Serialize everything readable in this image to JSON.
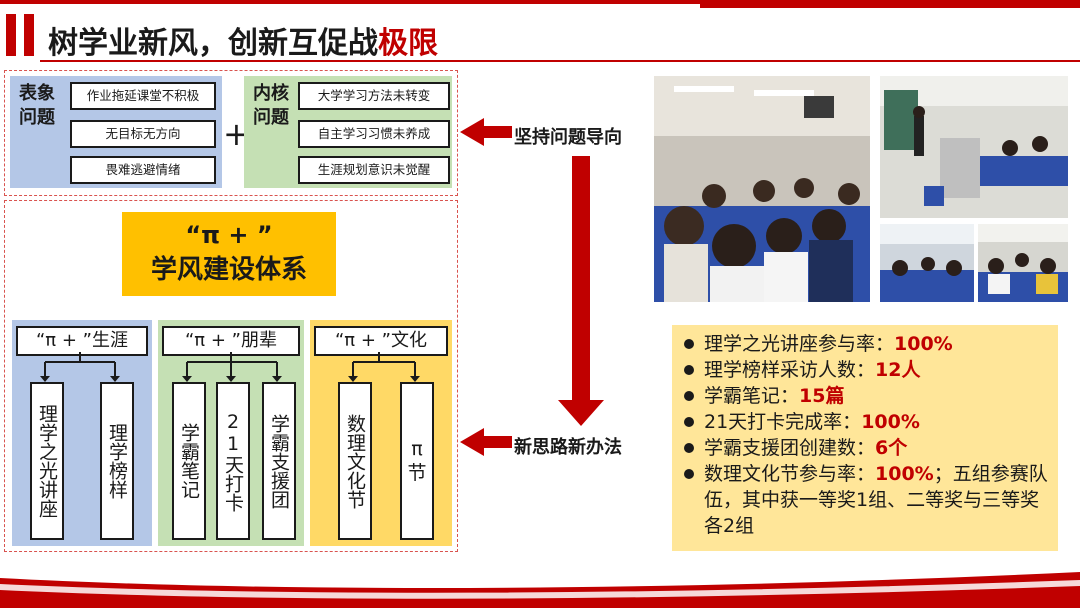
{
  "title": {
    "main": "树学业新风，创新互促战",
    "highlight": "极限"
  },
  "problems": {
    "surface": {
      "label": "表象问题",
      "items": [
        "作业拖延课堂不积极",
        "无目标无方向",
        "畏难逃避情绪"
      ]
    },
    "plus": "+",
    "core": {
      "label": "内核问题",
      "items": [
        "大学学习方法未转变",
        "自主学习习惯未养成",
        "生涯规划意识未觉醒"
      ]
    }
  },
  "arrows": {
    "problem_oriented": "坚持问题导向",
    "new_methods": "新思路新办法"
  },
  "system": {
    "line1": "“π + ”",
    "line2": "学风建设体系"
  },
  "columns": [
    {
      "header": "“π + ”生涯",
      "items": [
        "理学之光讲座",
        "理学榜样"
      ]
    },
    {
      "header": "“π + ”朋辈",
      "items": [
        "学霸笔记",
        "21天打卡",
        "学霸支援团"
      ]
    },
    {
      "header": "“π + ”文化",
      "items": [
        "数理文化节",
        "π节"
      ]
    }
  ],
  "stats": [
    {
      "label": "理学之光讲座参与率：",
      "value": "100%",
      "rest": ""
    },
    {
      "label": "理学榜样采访人数：",
      "value": "12人",
      "rest": ""
    },
    {
      "label": "学霸笔记：",
      "value": "15篇",
      "rest": ""
    },
    {
      "label": "21天打卡完成率：",
      "value": "100%",
      "rest": ""
    },
    {
      "label": "学霸支援团创建数：",
      "value": "6个",
      "rest": ""
    },
    {
      "label": "数理文化节参与率：",
      "value": "100%",
      "rest": "；五组参赛队伍，其中获一等奖1组、二等奖与三等奖各2组"
    }
  ],
  "colors": {
    "accent": "#c00000",
    "blue": "#b4c7e7",
    "green": "#c5e0b4",
    "yellow": "#ffd966",
    "orange": "#ffc000"
  }
}
